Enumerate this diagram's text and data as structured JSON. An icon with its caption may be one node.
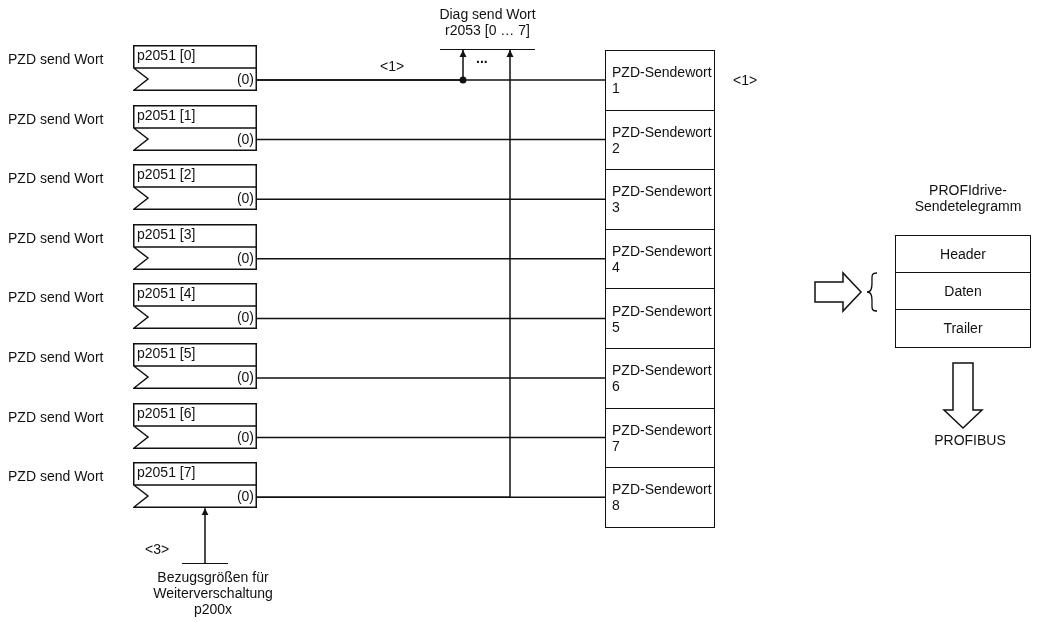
{
  "diagram": {
    "nodes": [
      {
        "text": [
          "p2051 [0]",
          "(0)"
        ],
        "beside": [
          "PZD send Wort"
        ]
      },
      {
        "text": [
          "p2051 [1]",
          "(0)"
        ],
        "beside": [
          "PZD send Wort"
        ]
      },
      {
        "text": [
          "p2051 [2]",
          "(0)"
        ],
        "beside": [
          "PZD send Wort"
        ]
      },
      {
        "text": [
          "p2051 [3]",
          "(0)"
        ],
        "beside": [
          "PZD send Wort"
        ]
      },
      {
        "text": [
          "p2051 [4]",
          "(0)"
        ],
        "beside": [
          "PZD send Wort"
        ]
      },
      {
        "text": [
          "p2051 [5]",
          "(0)"
        ],
        "beside": [
          "PZD send Wort"
        ]
      },
      {
        "text": [
          "p2051 [6]",
          "(0)"
        ],
        "beside": [
          "PZD send Wort"
        ]
      },
      {
        "text": [
          "p2051 [7]",
          "(0)"
        ],
        "beside": [
          "PZD send Wort"
        ]
      },
      {
        "text": [
          "PZD-Sendewort 1"
        ],
        "beside": [
          "<1>"
        ]
      },
      {
        "text": [
          "PZD-Sendewort 2"
        ]
      },
      {
        "text": [
          "PZD-Sendewort 3"
        ]
      },
      {
        "text": [
          "PZD-Sendewort 4"
        ]
      },
      {
        "text": [
          "PZD-Sendewort 5"
        ]
      },
      {
        "text": [
          "PZD-Sendewort 6"
        ]
      },
      {
        "text": [
          "PZD-Sendewort 7"
        ]
      },
      {
        "text": [
          "PZD-Sendewort 8"
        ]
      },
      {
        "text": [
          "Diag send Wort r2053 [0 … 7]"
        ]
      },
      {
        "text": [
          "PROFIdrive- Sendetelegramm"
        ]
      },
      {
        "text": [
          "Header"
        ],
        "in": 17
      },
      {
        "text": [
          "Daten"
        ],
        "in": 17
      },
      {
        "text": [
          "Trailer"
        ],
        "in": 17
      },
      {
        "text": [
          "PROFIBUS"
        ]
      },
      {
        "text": [
          "Bezugsgrößen für Weiterverschaltung p200x"
        ],
        "beside": [
          "<3>"
        ]
      }
    ],
    "edges": [
      {
        "from": 0,
        "to": 8,
        "arrow": "none",
        "label": "<1>"
      },
      {
        "from": 1,
        "to": 9,
        "arrow": "none"
      },
      {
        "from": 2,
        "to": 10,
        "arrow": "none"
      },
      {
        "from": 3,
        "to": 11,
        "arrow": "none"
      },
      {
        "from": 4,
        "to": 12,
        "arrow": "none"
      },
      {
        "from": 5,
        "to": 13,
        "arrow": "none"
      },
      {
        "from": 6,
        "to": 14,
        "arrow": "none"
      },
      {
        "from": 7,
        "to": 15,
        "arrow": "none"
      },
      {
        "from": 0,
        "to": 16,
        "arrow": "to"
      },
      {
        "from": 7,
        "to": 16,
        "arrow": "to"
      },
      {
        "from": 22,
        "to": 7,
        "arrow": "to"
      },
      {
        "from": null,
        "to": 17,
        "arrow": "to",
        "style": "thick"
      },
      {
        "from": 17,
        "to": 21,
        "arrow": "to",
        "style": "thick"
      }
    ],
    "labels": [
      "..."
    ]
  }
}
